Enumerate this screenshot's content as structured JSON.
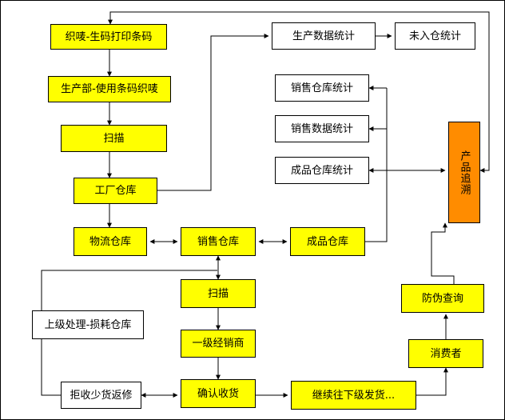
{
  "colors": {
    "process": "#ffff00",
    "report": "#ffffff",
    "trace": "#ff8c00",
    "line": "#000000"
  },
  "nodes": {
    "weave_print": "织唛-生码打印条码",
    "production_use": "生产部-使用条码织唛",
    "scan_top": "扫描",
    "factory_warehouse": "工厂仓库",
    "logistics_warehouse": "物流仓库",
    "sales_warehouse": "销售仓库",
    "finished_warehouse": "成品仓库",
    "production_stats": "生产数据统计",
    "not_stored_stats": "未入仓统计",
    "sales_warehouse_stats": "销售仓库统计",
    "sales_data_stats": "销售数据统计",
    "finished_warehouse_stats": "成品仓库统计",
    "product_trace": "产品追溯",
    "scan_mid": "扫描",
    "distributor_l1": "一级经销商",
    "superior_loss": "上级处理-损耗仓库",
    "reject_return": "拒收少货返修",
    "confirm_receipt": "确认收货",
    "continue_ship": "继续往下级发货...",
    "consumer": "消费者",
    "anti_fake_query": "防伪查询"
  }
}
